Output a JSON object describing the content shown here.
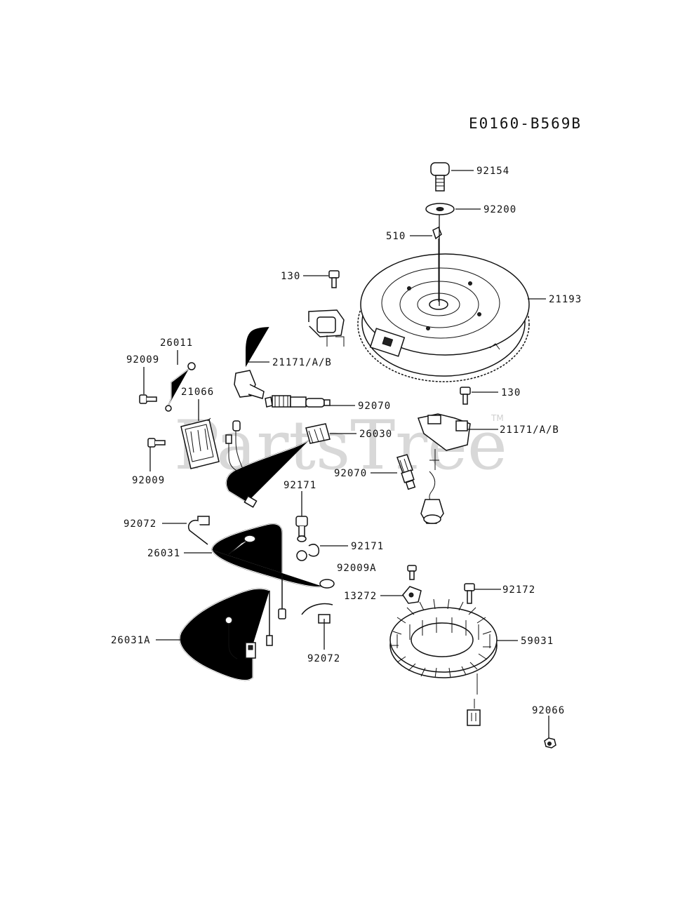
{
  "diagram_code": "E0160-B569B",
  "watermark": {
    "text": "PartsTree",
    "tm": "TM"
  },
  "callouts": [
    {
      "id": "c-92154",
      "text": "92154"
    },
    {
      "id": "c-92200",
      "text": "92200"
    },
    {
      "id": "c-510",
      "text": "510"
    },
    {
      "id": "c-130-top",
      "text": "130"
    },
    {
      "id": "c-21193",
      "text": "21193"
    },
    {
      "id": "c-26011",
      "text": "26011"
    },
    {
      "id": "c-92009-a",
      "text": "92009"
    },
    {
      "id": "c-21171-left",
      "text": "21171/A/B"
    },
    {
      "id": "c-21066",
      "text": "21066"
    },
    {
      "id": "c-92070-top",
      "text": "92070"
    },
    {
      "id": "c-130-right",
      "text": "130"
    },
    {
      "id": "c-26030",
      "text": "26030"
    },
    {
      "id": "c-21171-right",
      "text": "21171/A/B"
    },
    {
      "id": "c-92009-b",
      "text": "92009"
    },
    {
      "id": "c-92070-mid",
      "text": "92070"
    },
    {
      "id": "c-92171-top",
      "text": "92171"
    },
    {
      "id": "c-92072-top",
      "text": "92072"
    },
    {
      "id": "c-92171-mid",
      "text": "92171"
    },
    {
      "id": "c-26031",
      "text": "26031"
    },
    {
      "id": "c-92009A",
      "text": "92009A"
    },
    {
      "id": "c-13272",
      "text": "13272"
    },
    {
      "id": "c-92172",
      "text": "92172"
    },
    {
      "id": "c-26031A",
      "text": "26031A"
    },
    {
      "id": "c-59031",
      "text": "59031"
    },
    {
      "id": "c-92072-bot",
      "text": "92072"
    },
    {
      "id": "c-92066",
      "text": "92066"
    }
  ]
}
